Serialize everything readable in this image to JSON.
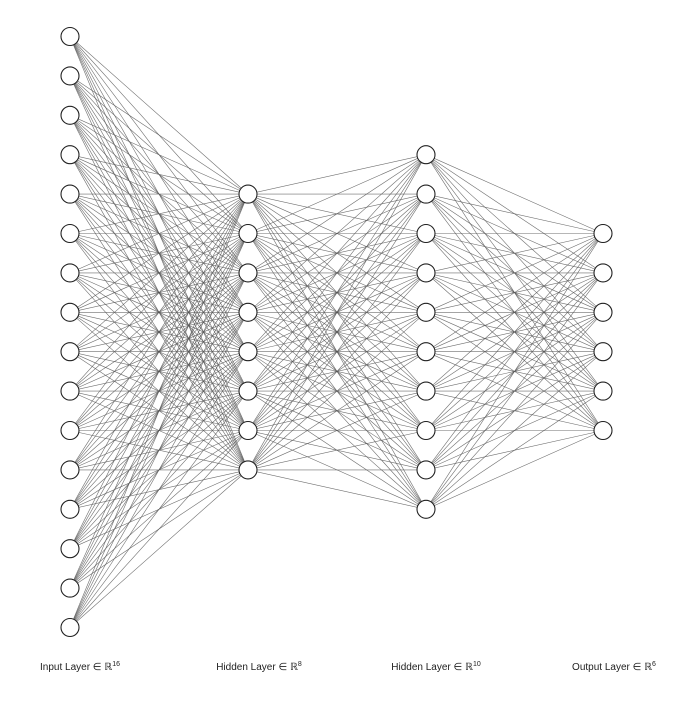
{
  "diagram": {
    "layers": [
      {
        "id": "input",
        "label": "Input Layer ∈ ℝ",
        "sup": "16",
        "size": 16
      },
      {
        "id": "hidden1",
        "label": "Hidden Layer ∈ ℝ",
        "sup": "8",
        "size": 8
      },
      {
        "id": "hidden2",
        "label": "Hidden Layer ∈ ℝ",
        "sup": "10",
        "size": 10
      },
      {
        "id": "output",
        "label": "Output Layer ∈ ℝ",
        "sup": "6",
        "size": 6
      }
    ],
    "colors": {
      "edge": "#555555",
      "node_stroke": "#222222",
      "node_fill": "#ffffff",
      "background": "#ffffff",
      "text": "#222222"
    }
  }
}
